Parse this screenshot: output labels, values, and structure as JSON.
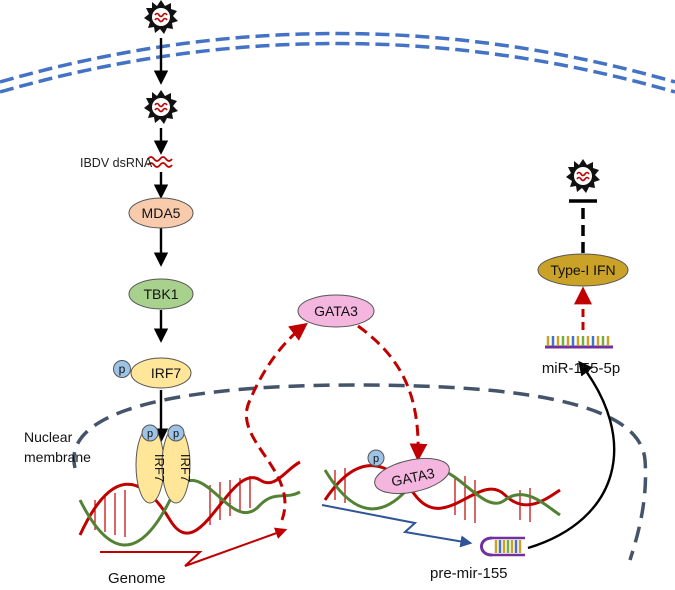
{
  "labels": {
    "ibdv_dsrna": "IBDV dsRNA",
    "mda5": "MDA5",
    "tbk1": "TBK1",
    "irf7": "IRF7",
    "gata3_top": "GATA3",
    "gata3_nuclear": "GATA3",
    "type_i_ifn": "Type-I IFN",
    "mir_155_5p": "miR-155-5p",
    "nuclear_membrane_line1": "Nuclear",
    "nuclear_membrane_line2": "membrane",
    "genome": "Genome",
    "pre_mir_155": "pre-mir-155",
    "phospho": "p"
  },
  "colors": {
    "membrane": "#4472c4",
    "nuclear_membrane": "#44546a",
    "mda5_fill": "#f8cbad",
    "tbk1_fill": "#a9d18e",
    "irf7_fill": "#ffe699",
    "gata3_fill": "#f4b6df",
    "ifn_fill": "#c9a227",
    "phospho_fill": "#9dc3e6",
    "dashed_arrow": "#c00000",
    "dna_red": "#c00000",
    "dna_green": "#548235",
    "transcript_blue": "#2e5597",
    "virus_fill": "#111111"
  }
}
